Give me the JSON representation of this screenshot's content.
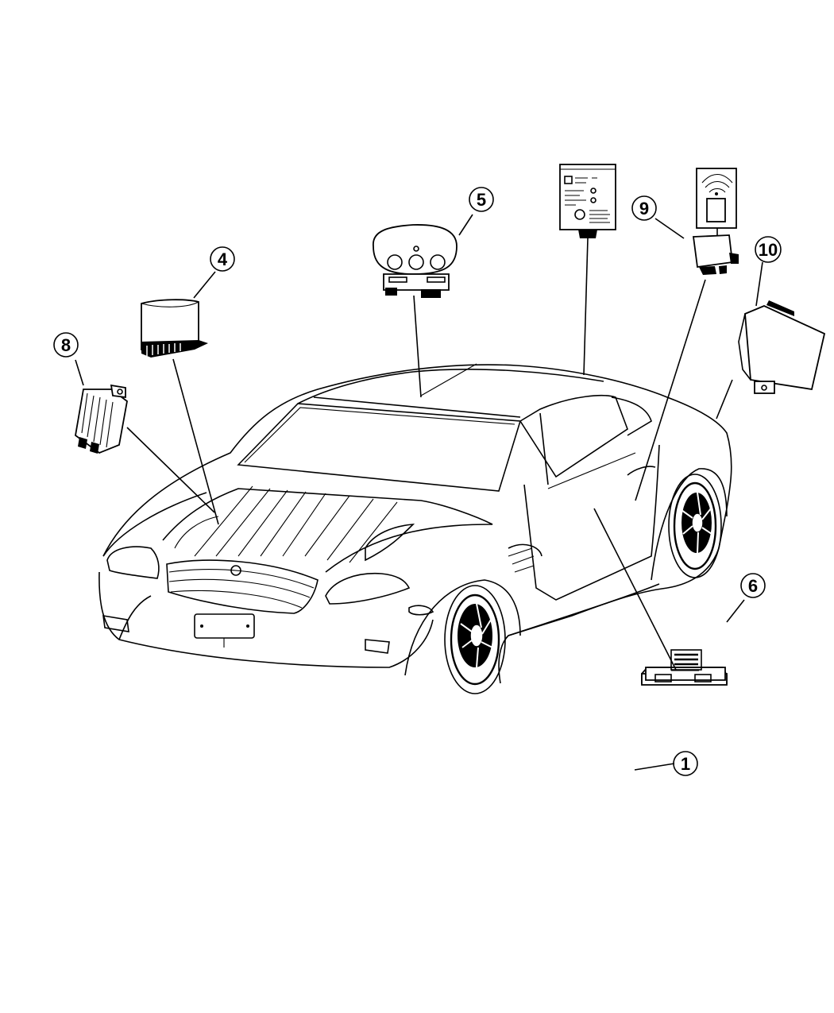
{
  "callouts": {
    "c1": "1",
    "c4": "4",
    "c5": "5",
    "c6": "6",
    "c8": "8",
    "c9": "9",
    "c10": "10"
  },
  "colors": {
    "line": "#000000",
    "background": "#ffffff"
  }
}
